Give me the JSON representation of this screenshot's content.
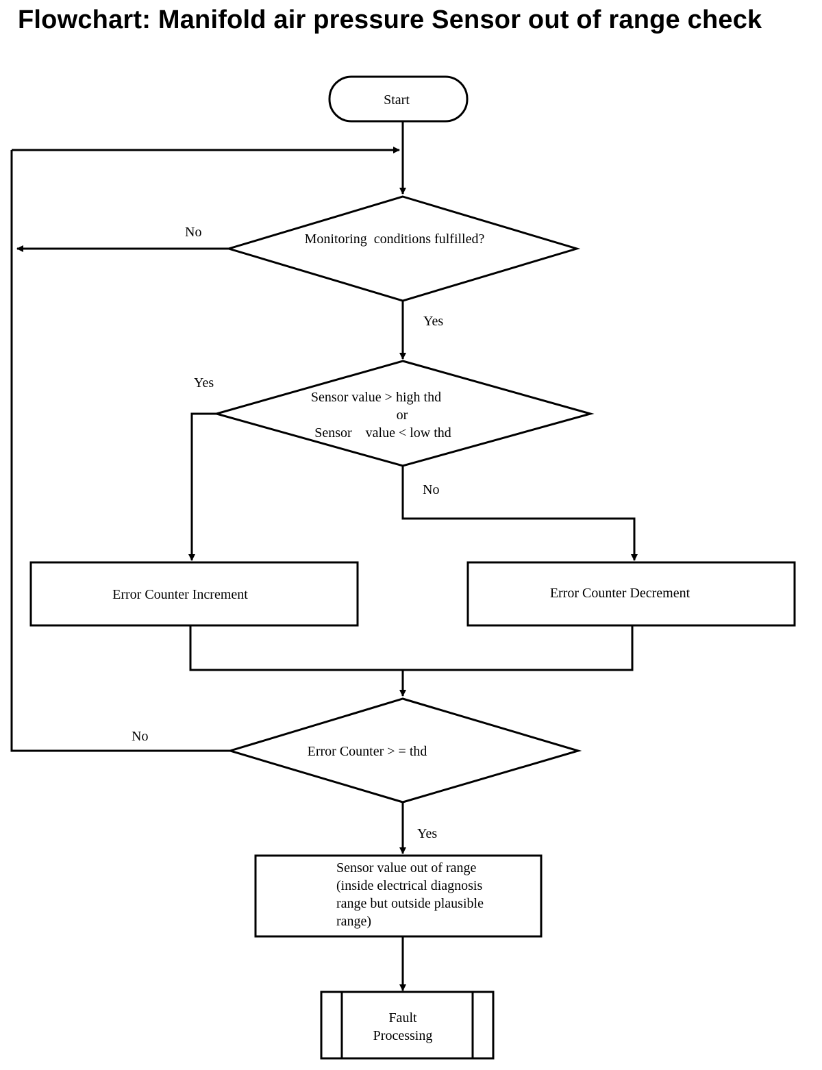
{
  "title": "Flowchart:  Manifold air pressure Sensor out of range check",
  "nodes": {
    "start": "Start",
    "monitoring": "Monitoring  conditions fulfilled?",
    "sensor_check": {
      "line1": "Sensor value > high thd",
      "line2": "or",
      "line3": "Sensor    value < low thd"
    },
    "increment": "Error Counter Increment",
    "decrement": "Error Counter Decrement",
    "counter_check": "Error Counter > = thd",
    "out_of_range": {
      "line1": "Sensor value out of range",
      "line2": "(inside electrical diagnosis",
      "line3": "range but outside plausible",
      "line4": "range)"
    },
    "fault": {
      "line1": "Fault",
      "line2": "Processing"
    }
  },
  "edge_labels": {
    "monitoring_no": "No",
    "monitoring_yes": "Yes",
    "sensor_yes": "Yes",
    "sensor_no": "No",
    "counter_no": "No",
    "counter_yes": "Yes"
  }
}
